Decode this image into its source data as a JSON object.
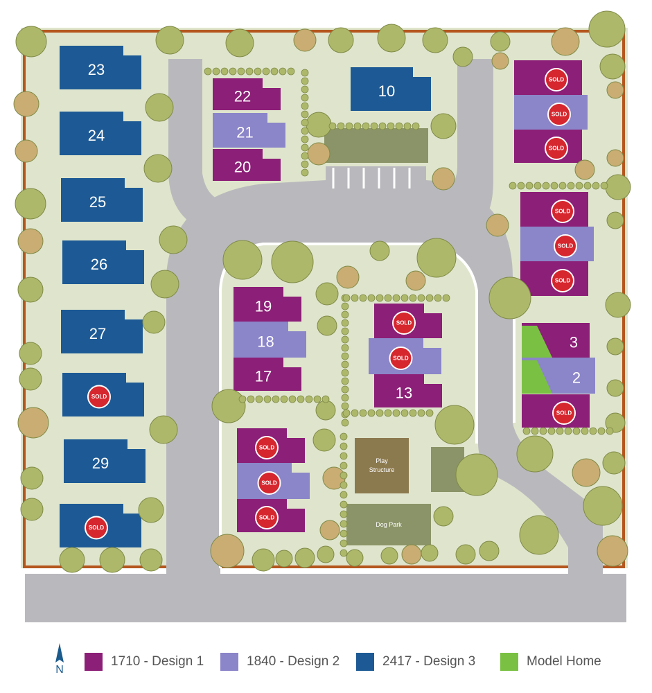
{
  "lots": [
    {
      "id": "23",
      "label": "23",
      "design": "d3",
      "sold": false
    },
    {
      "id": "24",
      "label": "24",
      "design": "d3",
      "sold": false
    },
    {
      "id": "25",
      "label": "25",
      "design": "d3",
      "sold": false
    },
    {
      "id": "26",
      "label": "26",
      "design": "d3",
      "sold": false
    },
    {
      "id": "27",
      "label": "27",
      "design": "d3",
      "sold": false
    },
    {
      "id": "28",
      "label": "",
      "design": "d3",
      "sold": true
    },
    {
      "id": "29",
      "label": "29",
      "design": "d3",
      "sold": false
    },
    {
      "id": "30",
      "label": "",
      "design": "d3",
      "sold": true
    },
    {
      "id": "22",
      "label": "22",
      "design": "d1",
      "sold": false
    },
    {
      "id": "21",
      "label": "21",
      "design": "d2",
      "sold": false
    },
    {
      "id": "20",
      "label": "20",
      "design": "d1",
      "sold": false
    },
    {
      "id": "10",
      "label": "10",
      "design": "d3",
      "sold": false
    },
    {
      "id": "9",
      "label": "",
      "design": "d1",
      "sold": true
    },
    {
      "id": "8",
      "label": "",
      "design": "d2",
      "sold": true
    },
    {
      "id": "7",
      "label": "",
      "design": "d1",
      "sold": true
    },
    {
      "id": "6",
      "label": "",
      "design": "d1",
      "sold": true
    },
    {
      "id": "5",
      "label": "",
      "design": "d2",
      "sold": true
    },
    {
      "id": "4",
      "label": "",
      "design": "d1",
      "sold": true
    },
    {
      "id": "3",
      "label": "3",
      "design": "d1",
      "sold": false
    },
    {
      "id": "2",
      "label": "2",
      "design": "d2",
      "sold": false
    },
    {
      "id": "1",
      "label": "",
      "design": "d1",
      "sold": true
    },
    {
      "id": "19",
      "label": "19",
      "design": "d1",
      "sold": false
    },
    {
      "id": "18",
      "label": "18",
      "design": "d2",
      "sold": false
    },
    {
      "id": "17",
      "label": "17",
      "design": "d1",
      "sold": false
    },
    {
      "id": "15",
      "label": "",
      "design": "d1",
      "sold": true
    },
    {
      "id": "14",
      "label": "",
      "design": "d2",
      "sold": true
    },
    {
      "id": "13",
      "label": "13",
      "design": "d1",
      "sold": false
    },
    {
      "id": "16a",
      "label": "",
      "design": "d1",
      "sold": true
    },
    {
      "id": "16b",
      "label": "",
      "design": "d2",
      "sold": true
    },
    {
      "id": "16c",
      "label": "",
      "design": "d1",
      "sold": true
    }
  ],
  "sold_label": "SOLD",
  "amenities": {
    "play_line1": "Play",
    "play_line2": "Structure",
    "dog_park": "Dog Park"
  },
  "north_label": "N",
  "legend": [
    {
      "key": "d1",
      "label": "1710 - Design 1",
      "color": "#8c1f77"
    },
    {
      "key": "d2",
      "label": "1840 - Design 2",
      "color": "#8b85c9"
    },
    {
      "key": "d3",
      "label": "2417 - Design 3",
      "color": "#1d5a95"
    },
    {
      "key": "model",
      "label": "Model Home",
      "color": "#7ac143"
    }
  ],
  "colors": {
    "d1": "#8c1f77",
    "d2": "#8b85c9",
    "d3": "#1d5a95",
    "model": "#7ac143",
    "sold": "#d6262e",
    "lawn": "#dfe5cc",
    "road": "#b9b9bd",
    "boundary": "#b5561e",
    "tree": "#aeb86a",
    "tree_tan": "#c9ad72",
    "amenity": "#8b9468",
    "play": "#8c7a4f"
  }
}
